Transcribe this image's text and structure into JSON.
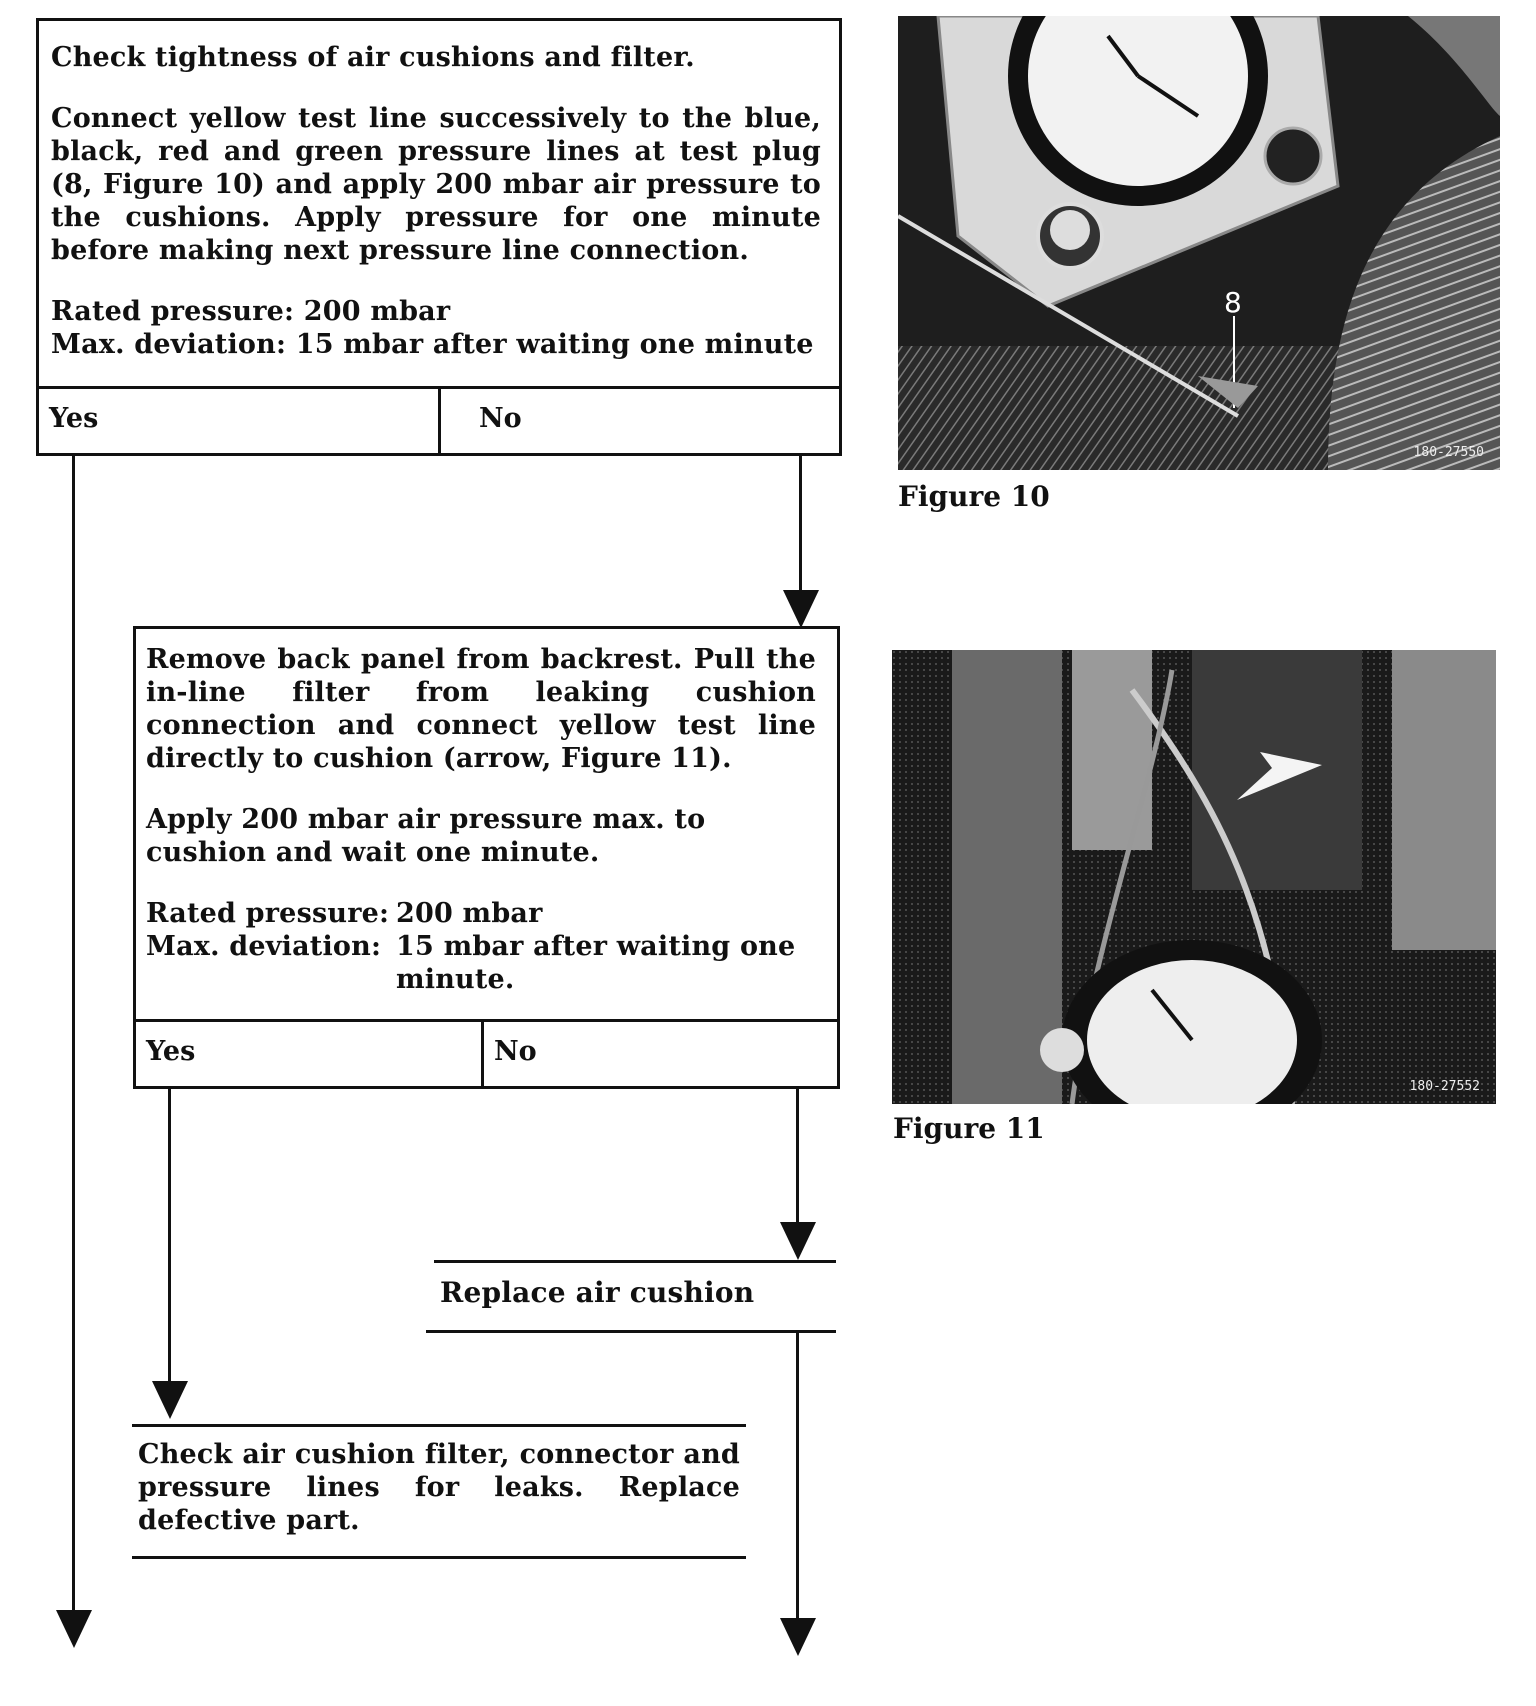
{
  "box1": {
    "title": "Check tightness of air cushions and filter.",
    "instruction": "Connect yellow test line successively to the blue, black, red and green pressure lines at test plug (8, Figure 10) and apply 200 mbar air pressure to the cushions.  Apply pressure for one minute before making next pressure line connection.",
    "rated_pressure": "Rated pressure: 200 mbar",
    "max_deviation": "Max. deviation: 15 mbar after waiting one minute",
    "yes": "Yes",
    "no": "No"
  },
  "box2": {
    "instruction": "Remove back panel from backrest.  Pull the in-line filter from leaking cushion connection and connect yellow test line directly to cushion (arrow, Figure 11).",
    "apply": "Apply 200 mbar air pressure max. to cushion and wait one  minute.",
    "rated_label": "Rated pressure:",
    "rated_value": "200 mbar",
    "deviation_label": "Max. deviation:",
    "deviation_value": "15 mbar after waiting one minute.",
    "yes": "Yes",
    "no": "No"
  },
  "step_replace": "Replace air cushion",
  "step_check": "Check air cushion filter, connector and pressure lines for leaks.   Replace defective part.",
  "figure10": {
    "caption": "Figure 10",
    "callout": "8",
    "ref": "180-27550"
  },
  "figure11": {
    "caption": "Figure 11",
    "ref": "180-27552"
  }
}
